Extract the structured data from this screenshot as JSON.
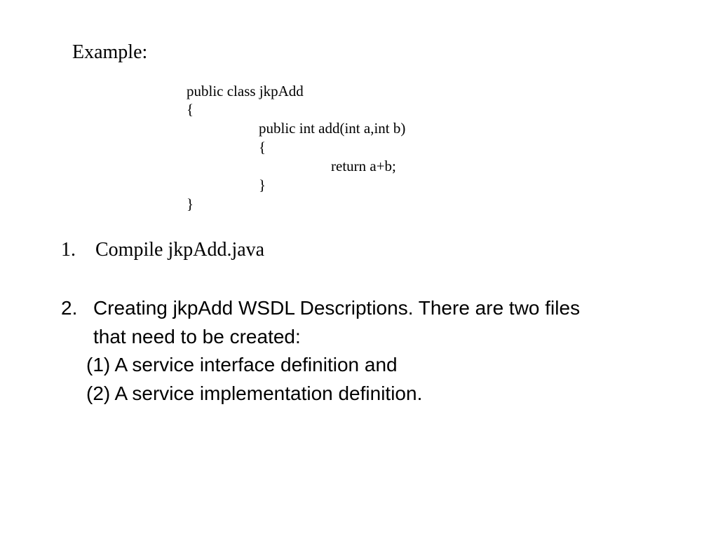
{
  "heading": "Example:",
  "code": {
    "line1": "public class jkpAdd",
    "line2": "{",
    "line3": "public int add(int a,int b)",
    "line4": "{",
    "line5": "return a+b;",
    "line6": "}",
    "line7": "}"
  },
  "step1": {
    "number": "1.",
    "text": "Compile jkpAdd.java"
  },
  "step2": {
    "number": "2.",
    "line1": "Creating jkpAdd WSDL Descriptions. There are two files",
    "line2": "that need to be created:",
    "item1": "(1) A service interface definition and",
    "item2": "(2) A service implementation definition."
  }
}
